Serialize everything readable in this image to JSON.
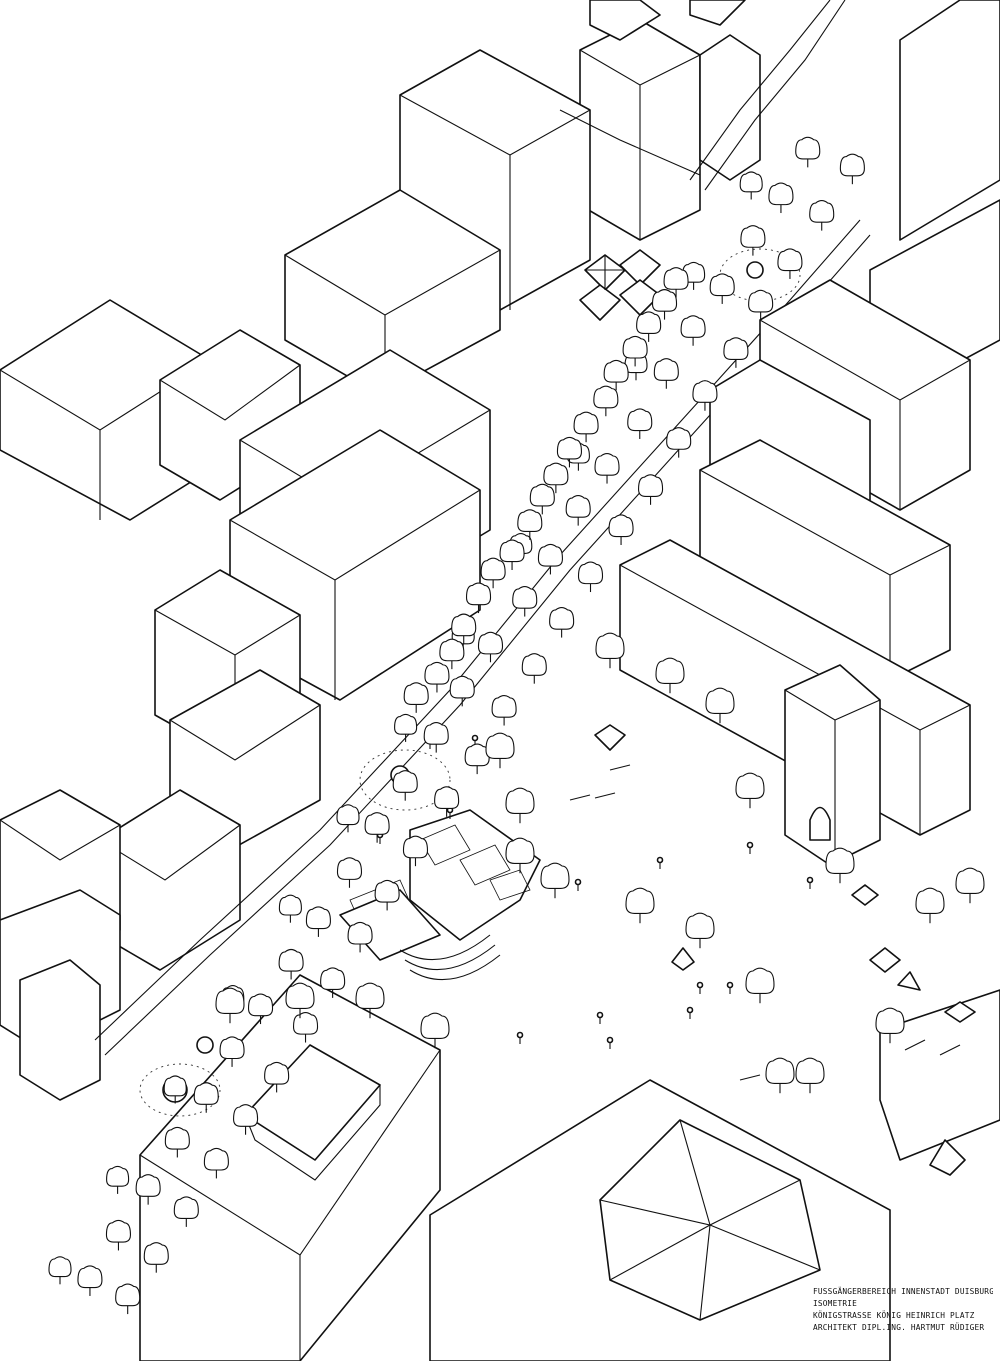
{
  "title_block": {
    "line1": "FUSSGÄNGERBEREICH INNENSTADT DUISBURG",
    "line2": "ISOMETRIE",
    "line3": "KÖNIGSTRASSE   KÖNIG HEINRICH PLATZ",
    "line4": "ARCHITEKT      DIPL.ING. HARTMUT RÜDIGER"
  },
  "drawing": {
    "style": "black ink line isometric",
    "colors": {
      "ink": "#111111",
      "paper": "#ffffff"
    }
  }
}
